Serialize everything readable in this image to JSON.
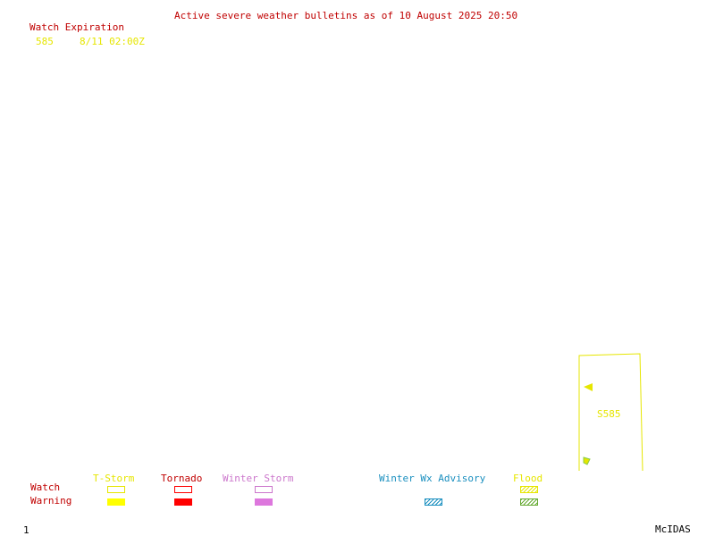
{
  "header": {
    "title": "Active severe weather bulletins as of 10 August 2025 20:50"
  },
  "watch_expiration": {
    "label": "Watch Expiration",
    "items": [
      {
        "id": "585",
        "expires": "8/11 02:00Z"
      }
    ]
  },
  "map": {
    "watch_box_label": "S585",
    "watch_box_color": "#e6e600"
  },
  "legend": {
    "row_labels": {
      "watch": "Watch",
      "warning": "Warning"
    },
    "categories": [
      {
        "label": "T-Storm",
        "color": "#e6e600"
      },
      {
        "label": "Tornado",
        "color": "#ff0000"
      },
      {
        "label": "Winter Storm",
        "color": "#cc77cc"
      },
      {
        "label": "Winter Wx Advisory",
        "color": "#1a8fbf"
      },
      {
        "label": "Flood",
        "color": "#88cc44"
      }
    ]
  },
  "footer": {
    "frame_number": "1",
    "brand": "McIDAS"
  }
}
